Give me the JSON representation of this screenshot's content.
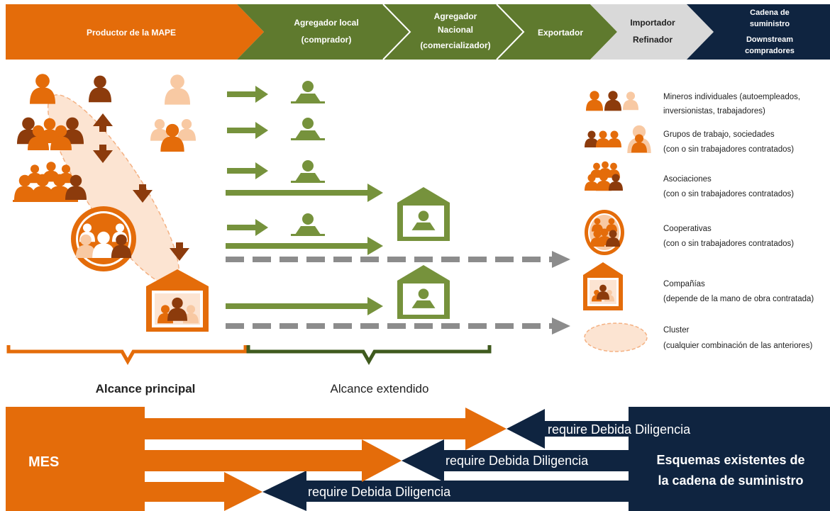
{
  "colors": {
    "orange": "#E46C0A",
    "orange_dark": "#8C3B0C",
    "orange_light": "#F8C9A3",
    "orange_pale": "#FCE4D2",
    "green": "#5F7A2E",
    "green_light": "#76923C",
    "grey_stage": "#D9D9D9",
    "navy": "#0F2440",
    "dash_grey": "#8C8C8C"
  },
  "chain": {
    "stages": [
      {
        "lines": [
          "Productor de la MAPE"
        ]
      },
      {
        "lines": [
          "Agregador local",
          "(comprador)"
        ]
      },
      {
        "lines": [
          "Agregador",
          "Nacional",
          "(comercializador)"
        ]
      },
      {
        "lines": [
          "Exportador"
        ]
      },
      {
        "lines": [
          "Importador",
          "Refinador"
        ]
      },
      {
        "lines": [
          "Cadena de",
          "suministro",
          "Downstream",
          "compradores"
        ]
      }
    ]
  },
  "scopes": {
    "principal": "Alcance principal",
    "extended": "Alcance extendido"
  },
  "legend": {
    "items": [
      {
        "icon": "individual-miners-icon",
        "lines": [
          "Mineros individuales (autoempleados,",
          "inversionistas, trabajadores)"
        ]
      },
      {
        "icon": "work-groups-icon",
        "lines": [
          "Grupos de trabajo, sociedades",
          "(con o sin trabajadores contratados)"
        ]
      },
      {
        "icon": "associations-icon",
        "lines": [
          "Asociaciones",
          "(con o sin trabajadores contratados)"
        ]
      },
      {
        "icon": "cooperatives-icon",
        "lines": [
          "Cooperativas",
          "(con o sin trabajadores contratados)"
        ]
      },
      {
        "icon": "companies-icon",
        "lines": [
          "Compañías",
          "(depende de la mano de obra contratada)"
        ]
      },
      {
        "icon": "cluster-icon",
        "lines": [
          "Cluster",
          "(cualquier combinación de las anteriores)"
        ]
      }
    ]
  },
  "bottom": {
    "mes_label": "MES",
    "requires": [
      "require Debida Diligencia",
      "require Debida Diligencia",
      "require Debida Diligencia"
    ],
    "schemes_lines": [
      "Esquemas existentes de",
      "la cadena de suministro"
    ]
  }
}
